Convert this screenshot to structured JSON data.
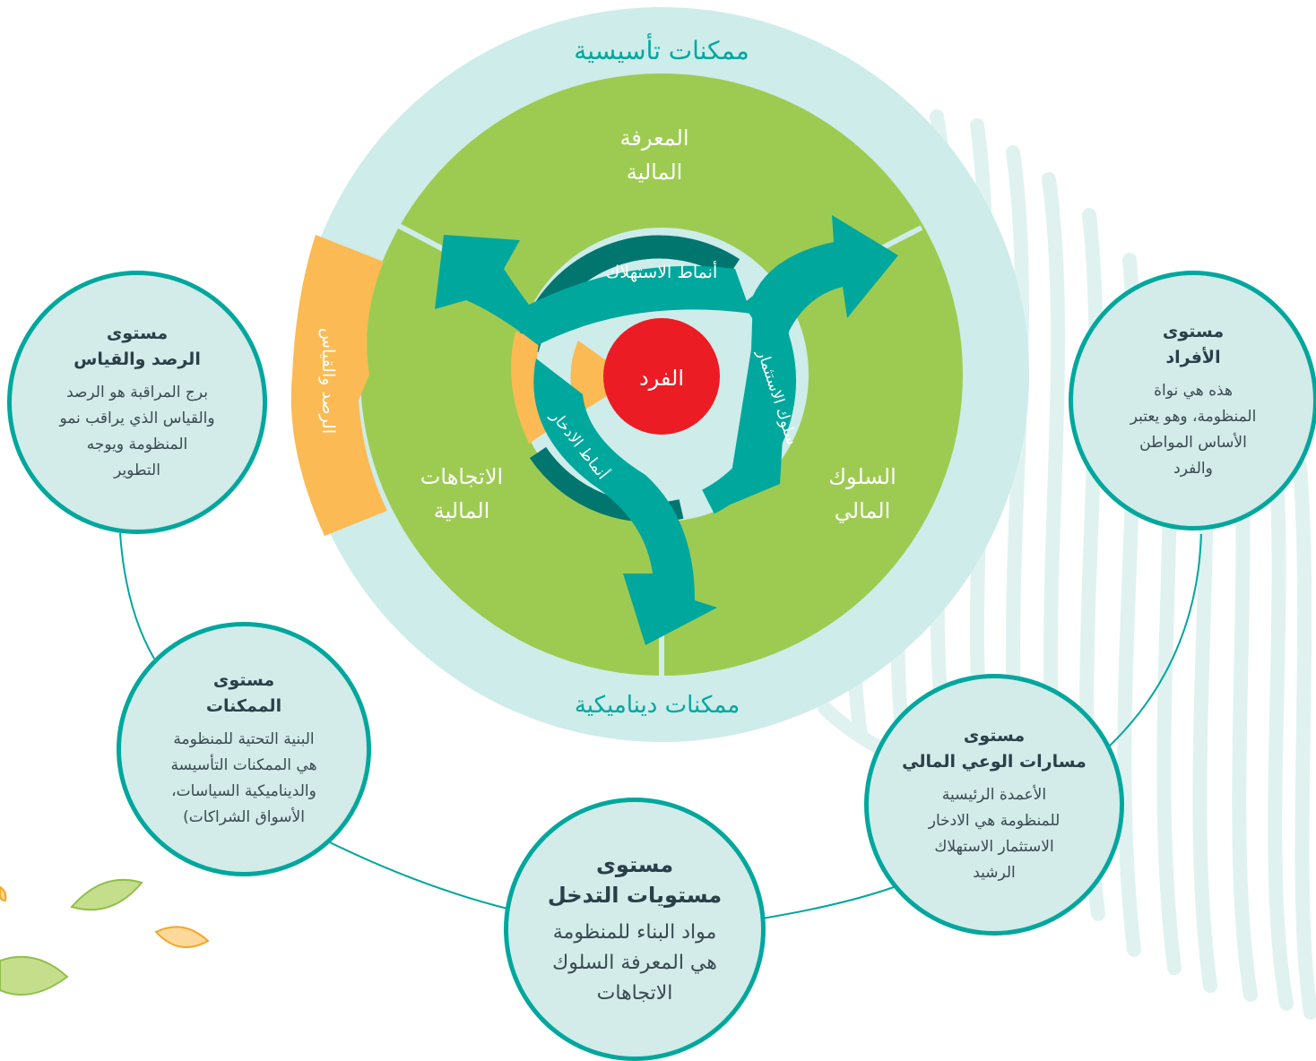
{
  "diagram": {
    "outer_ring": {
      "top_label": "ممكنات تأسيسية",
      "bottom_label": "ممكنات ديناميكية"
    },
    "segments": {
      "knowledge": [
        "المعرفة",
        "المالية"
      ],
      "behavior": [
        "السلوك",
        "المالي"
      ],
      "attitudes": [
        "الاتجاهات",
        "المالية"
      ],
      "monitoring": "الرصد والقياس"
    },
    "arrows": {
      "consumption": "أنماط الاستهلاك",
      "investment": "سلوك الاستثمار",
      "saving": "أنماط الادخار"
    },
    "center": "الفرد",
    "nodes": {
      "individuals": {
        "title": [
          "مستوى",
          "الأفراد"
        ],
        "desc": [
          "هذه هي نواة",
          "المنظومة، وهو يعتبر",
          "الأساس المواطن",
          "والفرد"
        ]
      },
      "monitoring": {
        "title": [
          "مستوى",
          "الرصد والقياس"
        ],
        "desc": [
          "برج المراقبة هو الرصد",
          "والقياس الذي يراقب نمو",
          "المنظومة ويوجه",
          "التطوير"
        ]
      },
      "enablers": {
        "title": [
          "مستوى",
          "الممكنات"
        ],
        "desc": [
          "البنية التحتية للمنظومة",
          "هي الممكنات التأسيسة",
          "والديناميكية السياسات،",
          "الأسواق الشراكات)"
        ]
      },
      "awareness_paths": {
        "title": [
          "مستوى",
          "مسارات الوعي المالي"
        ],
        "desc": [
          "الأعمدة الرئيسية",
          "للمنظومة هي الادخار",
          "الاستثمار الاستهلاك",
          "الرشيد"
        ]
      },
      "intervention": {
        "title": [
          "مستوى",
          "مستويات التدخل"
        ],
        "desc": [
          "مواد البناء للمنظومة",
          "هي المعرفة السلوك",
          "الاتجاهات"
        ]
      }
    },
    "colors": {
      "teal": "#00a79d",
      "dark_teal": "#00766f",
      "light_teal": "#d3ebe9",
      "outer_ring": "#cdecea",
      "green": "#9dcb52",
      "orange": "#fbba53",
      "red": "#ec1c24"
    }
  }
}
